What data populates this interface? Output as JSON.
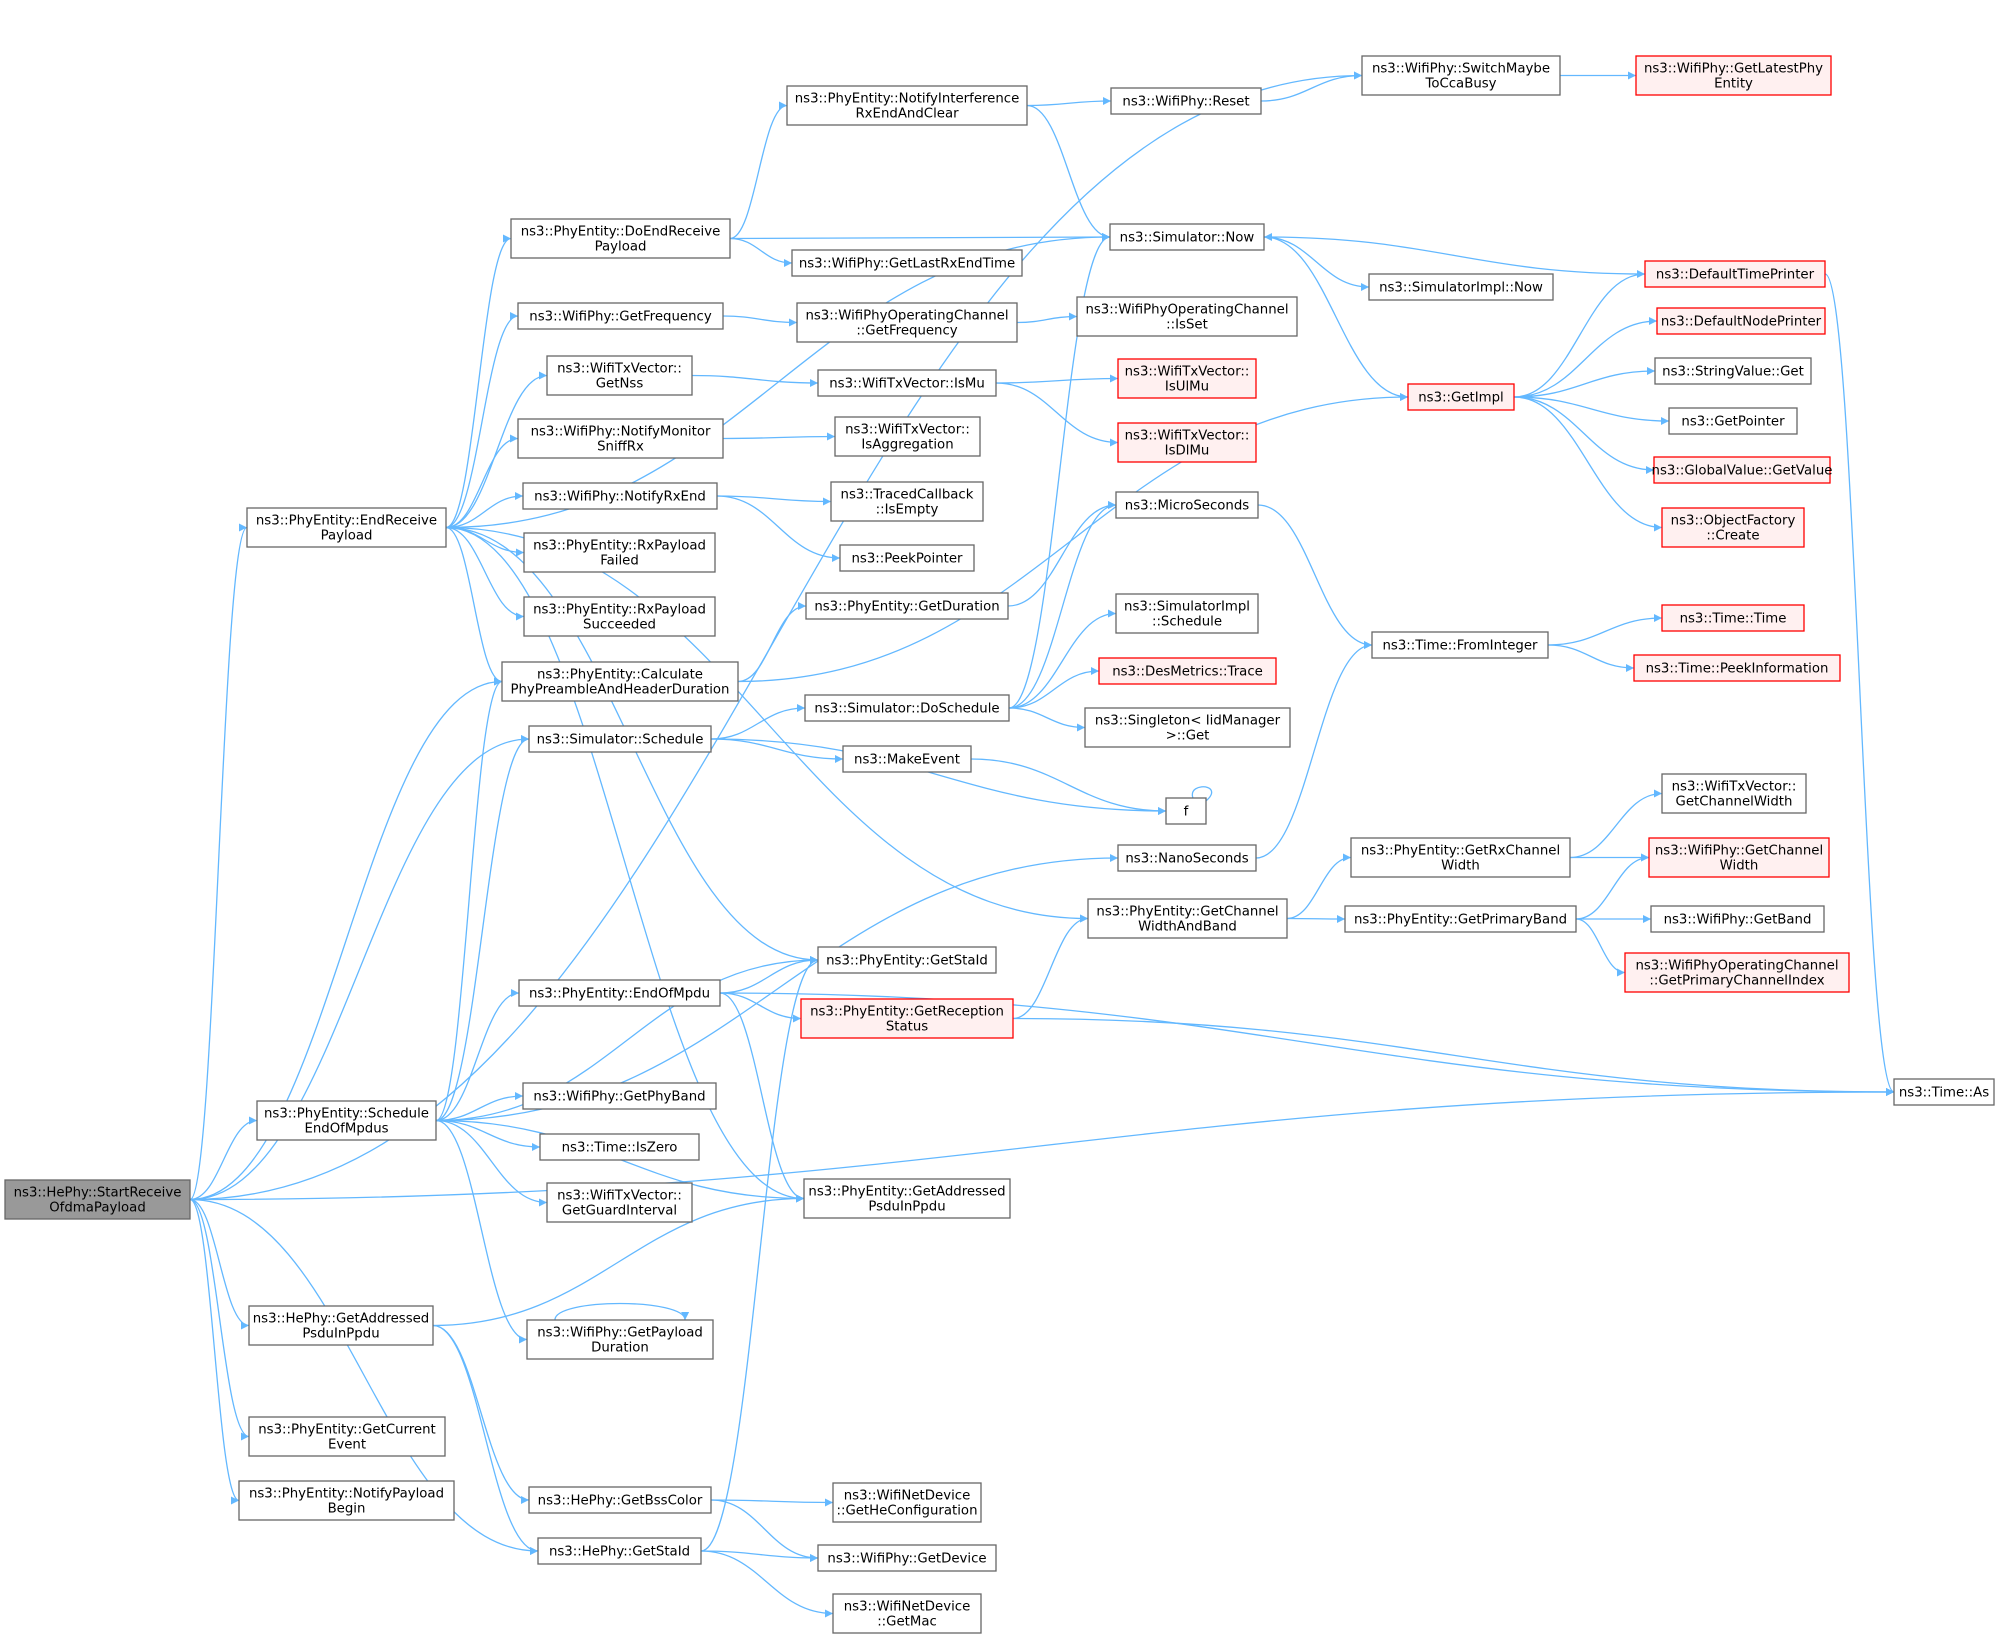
{
  "colors": {
    "edge": "#63b8ff",
    "node_fill": "#ffffff",
    "node_stroke": "#666666",
    "root_fill": "#999999",
    "root_stroke": "#666666",
    "truncated_fill": "#fff0f0",
    "truncated_stroke": "#ff0000"
  },
  "nodes": [
    {
      "id": "root",
      "lines": [
        "ns3::HePhy::StartReceive",
        "OfdmaPayload"
      ],
      "style": "root"
    },
    {
      "id": "endRecv",
      "lines": [
        "ns3::PhyEntity::EndReceive",
        "Payload"
      ],
      "style": "normal"
    },
    {
      "id": "schedEnd",
      "lines": [
        "ns3::PhyEntity::Schedule",
        "EndOfMpdus"
      ],
      "style": "normal"
    },
    {
      "id": "heGetAddr",
      "lines": [
        "ns3::HePhy::GetAddressed",
        "PsduInPpdu"
      ],
      "style": "normal"
    },
    {
      "id": "getCurEvent",
      "lines": [
        "ns3::PhyEntity::GetCurrent",
        "Event"
      ],
      "style": "normal"
    },
    {
      "id": "notifyPayload",
      "lines": [
        "ns3::PhyEntity::NotifyPayload",
        "Begin"
      ],
      "style": "normal"
    },
    {
      "id": "doEndRecv",
      "lines": [
        "ns3::PhyEntity::DoEndReceive",
        "Payload"
      ],
      "style": "normal"
    },
    {
      "id": "wpGetFreq",
      "lines": [
        "ns3::WifiPhy::GetFrequency"
      ],
      "style": "normal"
    },
    {
      "id": "txGetNss",
      "lines": [
        "ns3::WifiTxVector::",
        "GetNss"
      ],
      "style": "normal"
    },
    {
      "id": "notifyMonitor",
      "lines": [
        "ns3::WifiPhy::NotifyMonitor",
        "SniffRx"
      ],
      "style": "normal"
    },
    {
      "id": "notifyRxEnd",
      "lines": [
        "ns3::WifiPhy::NotifyRxEnd"
      ],
      "style": "normal"
    },
    {
      "id": "rxFailed",
      "lines": [
        "ns3::PhyEntity::RxPayload",
        "Failed"
      ],
      "style": "normal"
    },
    {
      "id": "rxSucc",
      "lines": [
        "ns3::PhyEntity::RxPayload",
        "Succeeded"
      ],
      "style": "normal"
    },
    {
      "id": "calcPre",
      "lines": [
        "ns3::PhyEntity::Calculate",
        "PhyPreambleAndHeaderDuration"
      ],
      "style": "normal"
    },
    {
      "id": "simSchedule",
      "lines": [
        "ns3::Simulator::Schedule"
      ],
      "style": "normal"
    },
    {
      "id": "endOfMpdu",
      "lines": [
        "ns3::PhyEntity::EndOfMpdu"
      ],
      "style": "normal"
    },
    {
      "id": "getPhyBand",
      "lines": [
        "ns3::WifiPhy::GetPhyBand"
      ],
      "style": "normal"
    },
    {
      "id": "timeIsZero",
      "lines": [
        "ns3::Time::IsZero"
      ],
      "style": "normal"
    },
    {
      "id": "getGuard",
      "lines": [
        "ns3::WifiTxVector::",
        "GetGuardInterval"
      ],
      "style": "normal"
    },
    {
      "id": "getPayloadDur",
      "lines": [
        "ns3::WifiPhy::GetPayload",
        "Duration"
      ],
      "style": "normal"
    },
    {
      "id": "heGetBss",
      "lines": [
        "ns3::HePhy::GetBssColor"
      ],
      "style": "normal"
    },
    {
      "id": "heGetStaId",
      "lines": [
        "ns3::HePhy::GetStaId"
      ],
      "style": "normal"
    },
    {
      "id": "notifyInterf",
      "lines": [
        "ns3::PhyEntity::NotifyInterference",
        "RxEndAndClear"
      ],
      "style": "normal"
    },
    {
      "id": "getLastRx",
      "lines": [
        "ns3::WifiPhy::GetLastRxEndTime"
      ],
      "style": "normal"
    },
    {
      "id": "opGetFreq",
      "lines": [
        "ns3::WifiPhyOperatingChannel",
        "::GetFrequency"
      ],
      "style": "normal"
    },
    {
      "id": "isMu",
      "lines": [
        "ns3::WifiTxVector::IsMu"
      ],
      "style": "normal"
    },
    {
      "id": "isAggr",
      "lines": [
        "ns3::WifiTxVector::",
        "IsAggregation"
      ],
      "style": "normal"
    },
    {
      "id": "tracedEmpty",
      "lines": [
        "ns3::TracedCallback",
        "::IsEmpty"
      ],
      "style": "normal"
    },
    {
      "id": "peekPointer",
      "lines": [
        "ns3::PeekPointer"
      ],
      "style": "normal"
    },
    {
      "id": "peGetDuration",
      "lines": [
        "ns3::PhyEntity::GetDuration"
      ],
      "style": "normal"
    },
    {
      "id": "doSchedule",
      "lines": [
        "ns3::Simulator::DoSchedule"
      ],
      "style": "normal"
    },
    {
      "id": "makeEvent",
      "lines": [
        "ns3::MakeEvent"
      ],
      "style": "normal"
    },
    {
      "id": "f",
      "lines": [
        "f"
      ],
      "style": "normal"
    },
    {
      "id": "peGetStaId",
      "lines": [
        "ns3::PhyEntity::GetStaId"
      ],
      "style": "normal"
    },
    {
      "id": "getRecStatus",
      "lines": [
        "ns3::PhyEntity::GetReception",
        "Status"
      ],
      "style": "truncated"
    },
    {
      "id": "peGetAddr",
      "lines": [
        "ns3::PhyEntity::GetAddressed",
        "PsduInPpdu"
      ],
      "style": "normal"
    },
    {
      "id": "heConf",
      "lines": [
        "ns3::WifiNetDevice",
        "::GetHeConfiguration"
      ],
      "style": "normal"
    },
    {
      "id": "getDevice",
      "lines": [
        "ns3::WifiPhy::GetDevice"
      ],
      "style": "normal"
    },
    {
      "id": "getMac",
      "lines": [
        "ns3::WifiNetDevice",
        "::GetMac"
      ],
      "style": "normal"
    },
    {
      "id": "switchCca",
      "lines": [
        "ns3::WifiPhy::SwitchMaybe",
        "ToCcaBusy"
      ],
      "style": "normal"
    },
    {
      "id": "wpReset",
      "lines": [
        "ns3::WifiPhy::Reset"
      ],
      "style": "normal"
    },
    {
      "id": "simNow",
      "lines": [
        "ns3::Simulator::Now"
      ],
      "style": "normal"
    },
    {
      "id": "opIsSet",
      "lines": [
        "ns3::WifiPhyOperatingChannel",
        "::IsSet"
      ],
      "style": "normal"
    },
    {
      "id": "isUlMu",
      "lines": [
        "ns3::WifiTxVector::",
        "IsUlMu"
      ],
      "style": "truncated"
    },
    {
      "id": "isDlMu",
      "lines": [
        "ns3::WifiTxVector::",
        "IsDlMu"
      ],
      "style": "truncated"
    },
    {
      "id": "microSec",
      "lines": [
        "ns3::MicroSeconds"
      ],
      "style": "normal"
    },
    {
      "id": "simImplSched",
      "lines": [
        "ns3::SimulatorImpl",
        "::Schedule"
      ],
      "style": "normal"
    },
    {
      "id": "desTrace",
      "lines": [
        "ns3::DesMetrics::Trace"
      ],
      "style": "truncated"
    },
    {
      "id": "singletonGet",
      "lines": [
        "ns3::Singleton< IidManager",
        ">::Get"
      ],
      "style": "normal"
    },
    {
      "id": "nanoSec",
      "lines": [
        "ns3::NanoSeconds"
      ],
      "style": "normal"
    },
    {
      "id": "getChanWB",
      "lines": [
        "ns3::PhyEntity::GetChannel",
        "WidthAndBand"
      ],
      "style": "normal"
    },
    {
      "id": "latestPhy",
      "lines": [
        "ns3::WifiPhy::GetLatestPhy",
        "Entity"
      ],
      "style": "truncated"
    },
    {
      "id": "simImplNow",
      "lines": [
        "ns3::SimulatorImpl::Now"
      ],
      "style": "normal"
    },
    {
      "id": "getImpl",
      "lines": [
        "ns3::GetImpl"
      ],
      "style": "truncated"
    },
    {
      "id": "timeFromInt",
      "lines": [
        "ns3::Time::FromInteger"
      ],
      "style": "normal"
    },
    {
      "id": "getRxChanW",
      "lines": [
        "ns3::PhyEntity::GetRxChannel",
        "Width"
      ],
      "style": "normal"
    },
    {
      "id": "getPrimBand",
      "lines": [
        "ns3::PhyEntity::GetPrimaryBand"
      ],
      "style": "normal"
    },
    {
      "id": "defTimePrinter",
      "lines": [
        "ns3::DefaultTimePrinter"
      ],
      "style": "truncated"
    },
    {
      "id": "defNodePrinter",
      "lines": [
        "ns3::DefaultNodePrinter"
      ],
      "style": "truncated"
    },
    {
      "id": "strValGet",
      "lines": [
        "ns3::StringValue::Get"
      ],
      "style": "normal"
    },
    {
      "id": "getPointer",
      "lines": [
        "ns3::GetPointer"
      ],
      "style": "normal"
    },
    {
      "id": "gvGetValue",
      "lines": [
        "ns3::GlobalValue::GetValue"
      ],
      "style": "truncated"
    },
    {
      "id": "objFactory",
      "lines": [
        "ns3::ObjectFactory",
        "::Create"
      ],
      "style": "truncated"
    },
    {
      "id": "timeTime",
      "lines": [
        "ns3::Time::Time"
      ],
      "style": "truncated"
    },
    {
      "id": "peekInfo",
      "lines": [
        "ns3::Time::PeekInformation"
      ],
      "style": "truncated"
    },
    {
      "id": "getChanWidthTx",
      "lines": [
        "ns3::WifiTxVector::",
        "GetChannelWidth"
      ],
      "style": "normal"
    },
    {
      "id": "wpGetChanW",
      "lines": [
        "ns3::WifiPhy::GetChannel",
        "Width"
      ],
      "style": "truncated"
    },
    {
      "id": "wpGetBand",
      "lines": [
        "ns3::WifiPhy::GetBand"
      ],
      "style": "normal"
    },
    {
      "id": "primChanIdx",
      "lines": [
        "ns3::WifiPhyOperatingChannel",
        "::GetPrimaryChannelIndex"
      ],
      "style": "truncated"
    },
    {
      "id": "timeAs",
      "lines": [
        "ns3::Time::As"
      ],
      "style": "normal"
    }
  ],
  "edges": [
    [
      "root",
      "endRecv"
    ],
    [
      "root",
      "schedEnd"
    ],
    [
      "root",
      "heGetAddr"
    ],
    [
      "root",
      "getCurEvent"
    ],
    [
      "root",
      "notifyPayload"
    ],
    [
      "root",
      "heGetStaId"
    ],
    [
      "root",
      "calcPre"
    ],
    [
      "root",
      "simSchedule"
    ],
    [
      "root",
      "switchCca"
    ],
    [
      "root",
      "timeAs"
    ],
    [
      "endRecv",
      "doEndRecv"
    ],
    [
      "endRecv",
      "wpGetFreq"
    ],
    [
      "endRecv",
      "txGetNss"
    ],
    [
      "endRecv",
      "notifyMonitor"
    ],
    [
      "endRecv",
      "notifyRxEnd"
    ],
    [
      "endRecv",
      "rxFailed"
    ],
    [
      "endRecv",
      "rxSucc"
    ],
    [
      "endRecv",
      "calcPre"
    ],
    [
      "endRecv",
      "simNow"
    ],
    [
      "endRecv",
      "peGetStaId"
    ],
    [
      "endRecv",
      "peGetAddr"
    ],
    [
      "endRecv",
      "getChanWB"
    ],
    [
      "schedEnd",
      "endOfMpdu"
    ],
    [
      "schedEnd",
      "getPhyBand"
    ],
    [
      "schedEnd",
      "timeIsZero"
    ],
    [
      "schedEnd",
      "getGuard"
    ],
    [
      "schedEnd",
      "getPayloadDur"
    ],
    [
      "schedEnd",
      "calcPre"
    ],
    [
      "schedEnd",
      "simSchedule"
    ],
    [
      "schedEnd",
      "peGetAddr"
    ],
    [
      "schedEnd",
      "peGetStaId"
    ],
    [
      "schedEnd",
      "nanoSec"
    ],
    [
      "heGetAddr",
      "peGetAddr"
    ],
    [
      "heGetAddr",
      "heGetBss"
    ],
    [
      "heGetAddr",
      "heGetStaId"
    ],
    [
      "doEndRecv",
      "notifyInterf"
    ],
    [
      "doEndRecv",
      "simNow"
    ],
    [
      "doEndRecv",
      "getLastRx"
    ],
    [
      "notifyInterf",
      "wpReset"
    ],
    [
      "notifyInterf",
      "simNow"
    ],
    [
      "wpReset",
      "switchCca"
    ],
    [
      "switchCca",
      "latestPhy"
    ],
    [
      "wpGetFreq",
      "opGetFreq"
    ],
    [
      "opGetFreq",
      "opIsSet"
    ],
    [
      "txGetNss",
      "isMu"
    ],
    [
      "isMu",
      "isUlMu"
    ],
    [
      "isMu",
      "isDlMu"
    ],
    [
      "notifyMonitor",
      "isAggr"
    ],
    [
      "notifyRxEnd",
      "tracedEmpty"
    ],
    [
      "notifyRxEnd",
      "peekPointer"
    ],
    [
      "calcPre",
      "peGetDuration"
    ],
    [
      "calcPre",
      "getImpl"
    ],
    [
      "peGetDuration",
      "microSec"
    ],
    [
      "simSchedule",
      "doSchedule"
    ],
    [
      "simSchedule",
      "makeEvent"
    ],
    [
      "simSchedule",
      "f"
    ],
    [
      "makeEvent",
      "f"
    ],
    [
      "f",
      "f"
    ],
    [
      "doSchedule",
      "simNow"
    ],
    [
      "doSchedule",
      "microSec"
    ],
    [
      "doSchedule",
      "simImplSched"
    ],
    [
      "doSchedule",
      "desTrace"
    ],
    [
      "doSchedule",
      "singletonGet"
    ],
    [
      "simNow",
      "simImplNow"
    ],
    [
      "simNow",
      "getImpl"
    ],
    [
      "getImpl",
      "defTimePrinter"
    ],
    [
      "getImpl",
      "defNodePrinter"
    ],
    [
      "getImpl",
      "strValGet"
    ],
    [
      "getImpl",
      "getPointer"
    ],
    [
      "getImpl",
      "gvGetValue"
    ],
    [
      "getImpl",
      "objFactory"
    ],
    [
      "defTimePrinter",
      "simNow"
    ],
    [
      "defTimePrinter",
      "timeAs"
    ],
    [
      "microSec",
      "timeFromInt"
    ],
    [
      "nanoSec",
      "timeFromInt"
    ],
    [
      "timeFromInt",
      "timeTime"
    ],
    [
      "timeFromInt",
      "peekInfo"
    ],
    [
      "endOfMpdu",
      "peGetStaId"
    ],
    [
      "endOfMpdu",
      "getRecStatus"
    ],
    [
      "endOfMpdu",
      "peGetAddr"
    ],
    [
      "endOfMpdu",
      "timeAs"
    ],
    [
      "getRecStatus",
      "getChanWB"
    ],
    [
      "getRecStatus",
      "timeAs"
    ],
    [
      "getChanWB",
      "getRxChanW"
    ],
    [
      "getChanWB",
      "getPrimBand"
    ],
    [
      "getRxChanW",
      "getChanWidthTx"
    ],
    [
      "getRxChanW",
      "wpGetChanW"
    ],
    [
      "getPrimBand",
      "wpGetChanW"
    ],
    [
      "getPrimBand",
      "wpGetBand"
    ],
    [
      "getPrimBand",
      "primChanIdx"
    ],
    [
      "getPayloadDur",
      "getPayloadDur"
    ],
    [
      "heGetBss",
      "heConf"
    ],
    [
      "heGetBss",
      "getDevice"
    ],
    [
      "heGetStaId",
      "getDevice"
    ],
    [
      "heGetStaId",
      "getMac"
    ],
    [
      "heGetStaId",
      "peGetStaId"
    ]
  ]
}
